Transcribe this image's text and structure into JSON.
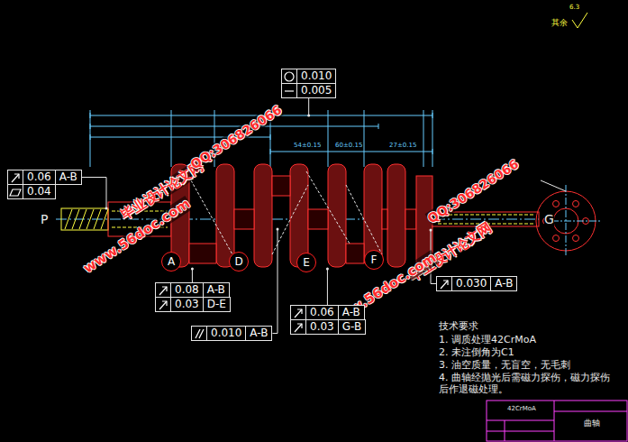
{
  "diagram": {
    "nodes": [
      {
        "text": [
          "0.010"
        ]
      },
      {
        "text": [
          "0.005"
        ]
      },
      {
        "text": [
          "0.06",
          "A-B"
        ]
      },
      {
        "text": [
          "0.04"
        ]
      },
      {
        "text": [
          "0.08",
          "A-B"
        ]
      },
      {
        "text": [
          "0.03",
          "D-E"
        ]
      },
      {
        "text": [
          "0.010",
          "A-B"
        ]
      },
      {
        "text": [
          "0.06",
          "A-B"
        ]
      },
      {
        "text": [
          "0.03",
          "G-B"
        ]
      },
      {
        "text": [
          "0.030",
          "A-B"
        ]
      },
      {
        "text": [
          "A"
        ]
      },
      {
        "text": [
          "D"
        ]
      },
      {
        "text": [
          "E"
        ]
      },
      {
        "text": [
          "F"
        ]
      }
    ],
    "labels": [
      "其余",
      "6.3",
      "P",
      "G",
      "54±0.15",
      "60±0.15",
      "27±0.15",
      "技术要求",
      "1. 调质处理42CrMoA",
      "2. 未注倒角为C1",
      "3. 油空质量，无盲空，无毛刺",
      "4. 曲轴经抛光后需磁力探伤，磁力探伤后作退磁处理。",
      "42CrMoA",
      "曲轴",
      "毕业设计论文网",
      "www.56doc.com",
      "QQ:306826066",
      "QQ:306826066",
      "毕业设计论文网",
      "www.56doc.com"
    ]
  }
}
